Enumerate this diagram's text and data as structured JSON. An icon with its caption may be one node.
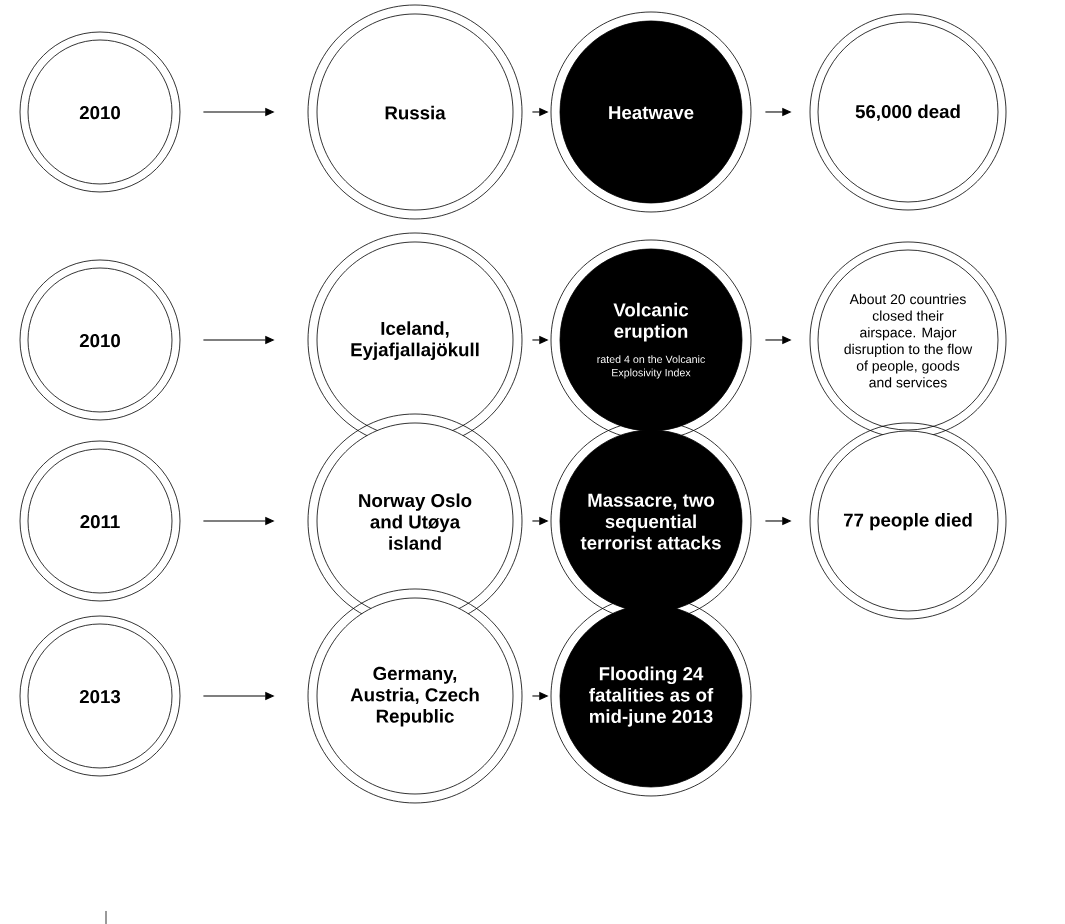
{
  "diagram": {
    "nodes": [
      {
        "text": [
          "2010"
        ]
      },
      {
        "text": [
          "Russia"
        ]
      },
      {
        "text": [
          "Heatwave"
        ]
      },
      {
        "text": [
          "56,000 dead"
        ]
      },
      {
        "text": [
          "2010"
        ]
      },
      {
        "text": [
          "Iceland, Eyjafjallajökull"
        ]
      },
      {
        "text": [
          "Volcanic eruption",
          "rated 4 on the Volcanic Explosivity Index"
        ]
      },
      {
        "text": [
          "About 20 countries closed their airspace. Major disruption to the flow of people, goods and services"
        ]
      },
      {
        "text": [
          "2011"
        ]
      },
      {
        "text": [
          "Norway Oslo and Utøya island"
        ]
      },
      {
        "text": [
          "Massacre, two sequential terrorist attacks"
        ]
      },
      {
        "text": [
          "77 people died"
        ]
      },
      {
        "text": [
          "2013"
        ]
      },
      {
        "text": [
          "Germany, Austria, Czech Republic"
        ]
      },
      {
        "text": [
          "Flooding 24 fatalities as of mid-june 2013"
        ]
      }
    ],
    "edges": [
      {
        "from": 0,
        "to": 1,
        "arrow": "to"
      },
      {
        "from": 1,
        "to": 2,
        "arrow": "to"
      },
      {
        "from": 2,
        "to": 3,
        "arrow": "to"
      },
      {
        "from": 4,
        "to": 5,
        "arrow": "to"
      },
      {
        "from": 5,
        "to": 6,
        "arrow": "to"
      },
      {
        "from": 6,
        "to": 7,
        "arrow": "to"
      },
      {
        "from": 8,
        "to": 9,
        "arrow": "to"
      },
      {
        "from": 9,
        "to": 10,
        "arrow": "to"
      },
      {
        "from": 10,
        "to": 11,
        "arrow": "to"
      },
      {
        "from": 12,
        "to": 13,
        "arrow": "to"
      },
      {
        "from": 13,
        "to": 14,
        "arrow": "to"
      }
    ]
  }
}
